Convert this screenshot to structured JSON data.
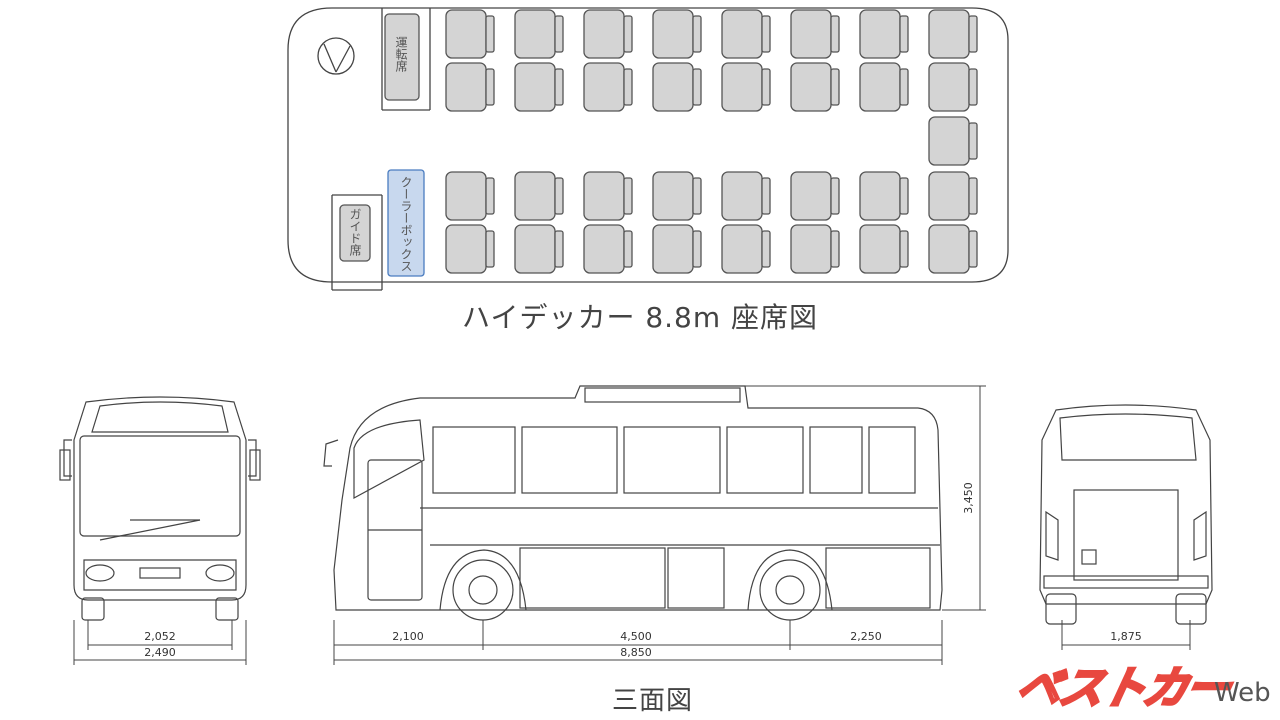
{
  "seat_chart": {
    "title": "ハイデッカー 8.8m 座席図",
    "driver_label": "運転席",
    "guide_label": "ガイド席",
    "cooler_label": "クーラーボックス"
  },
  "three_view": {
    "title": "三面図",
    "front_dims": {
      "track": "2,052",
      "width": "2,490"
    },
    "side_dims": {
      "front_overhang": "2,100",
      "wheelbase": "4,500",
      "rear_overhang": "2,250",
      "length": "8,850",
      "height": "3,450"
    },
    "rear_dims": {
      "rear_track": "1,875"
    }
  },
  "logo": {
    "main": "ベストカー",
    "web": "Web",
    "brand_color": "#e8483f"
  },
  "colors": {
    "seat_fill": "#d4d4d4",
    "seat_stroke": "#555555",
    "cooler_fill": "#c8d8ee",
    "cooler_stroke": "#4a7cc0",
    "line": "#444444"
  }
}
